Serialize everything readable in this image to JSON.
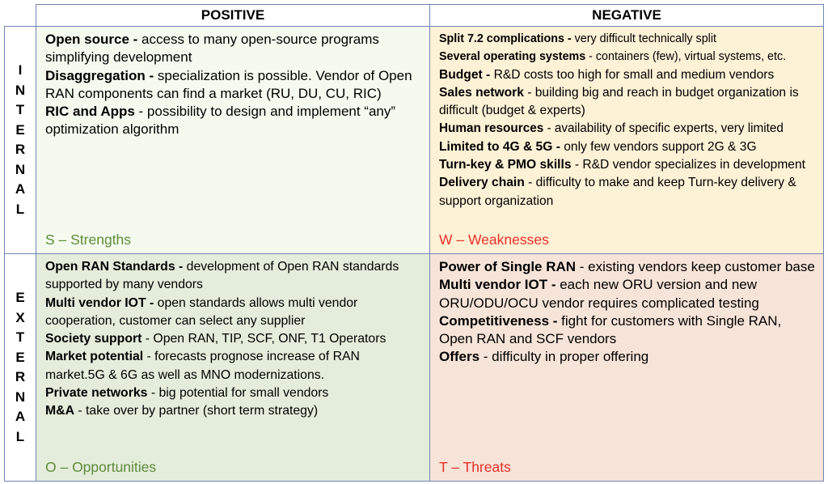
{
  "headers": {
    "positive": "POSITIVE",
    "negative": "NEGATIVE"
  },
  "rows": {
    "internal": [
      "I",
      "N",
      "T",
      "E",
      "R",
      "N",
      "A",
      "L"
    ],
    "external": [
      "E",
      "X",
      "T",
      "E",
      "R",
      "N",
      "A",
      "L"
    ]
  },
  "colors": {
    "border": "#6f86b4",
    "strengths_bg": "#f4fbee",
    "weaknesses_bg": "#fdf1d6",
    "opportunities_bg": "#e4eddb",
    "threats_bg": "#f7e4d8",
    "positive_label": "#5f8a3a",
    "negative_label": "#e8302a"
  },
  "strengths": {
    "label": "S – Strengths",
    "items": [
      {
        "title": "Open source - ",
        "text": "access to many open-source programs simplifying development"
      },
      {
        "title": "Disaggregation - ",
        "text": "specialization is possible. Vendor of Open RAN components can find a market (RU, DU, CU, RIC)"
      },
      {
        "title": "RIC and Apps",
        "text": " - possibility to design and implement “any” optimization algorithm"
      }
    ]
  },
  "weaknesses": {
    "label": "W – Weaknesses",
    "items": [
      {
        "title": "Split 7.2 complications - ",
        "text": "very difficult technically split"
      },
      {
        "title": "Several operating systems",
        "text": " - containers (few), virtual systems, etc."
      },
      {
        "title": "Budget - ",
        "text": "R&D costs too high for small and medium vendors"
      },
      {
        "title": "Sales network",
        "text": " - building big and reach in budget organization is difficult (budget & experts)"
      },
      {
        "title": "Human resources",
        "text": " - availability of specific experts, very limited"
      },
      {
        "title": "Limited to 4G & 5G - ",
        "text": "only few vendors support 2G & 3G"
      },
      {
        "title": "Turn-key & PMO skills",
        "text": " - R&D vendor specializes in development"
      },
      {
        "title": "Delivery chain",
        "text": " - difficulty to make and keep Turn-key delivery & support organization"
      }
    ]
  },
  "opportunities": {
    "label": "O – Opportunities",
    "items": [
      {
        "title": "Open RAN Standards - ",
        "text": "development of Open RAN standards supported by many vendors"
      },
      {
        "title": "Multi vendor IOT - ",
        "text": "open standards allows multi vendor cooperation, customer can select any supplier"
      },
      {
        "title": "Society support",
        "text": " - Open RAN, TIP, SCF, ONF, T1 Operators"
      },
      {
        "title": "Market potential",
        "text": " - forecasts prognose increase of RAN market.5G & 6G as well as MNO modernizations."
      },
      {
        "title": "Private networks",
        "text": " - big potential for small vendors"
      },
      {
        "title": "M&A",
        "text": " - take over by partner (short term strategy)"
      }
    ]
  },
  "threats": {
    "label": "T – Threats",
    "items": [
      {
        "title": "Power of Single RAN",
        "text": " - existing vendors keep customer base"
      },
      {
        "title": "Multi vendor IOT - ",
        "text": "each new ORU version and new ORU/ODU/OCU vendor requires complicated testing"
      },
      {
        "title": "Competitiveness - ",
        "text": "fight for customers with Single RAN, Open RAN and SCF vendors"
      },
      {
        "title": "Offers",
        "text": " - difficulty in proper offering"
      }
    ]
  }
}
